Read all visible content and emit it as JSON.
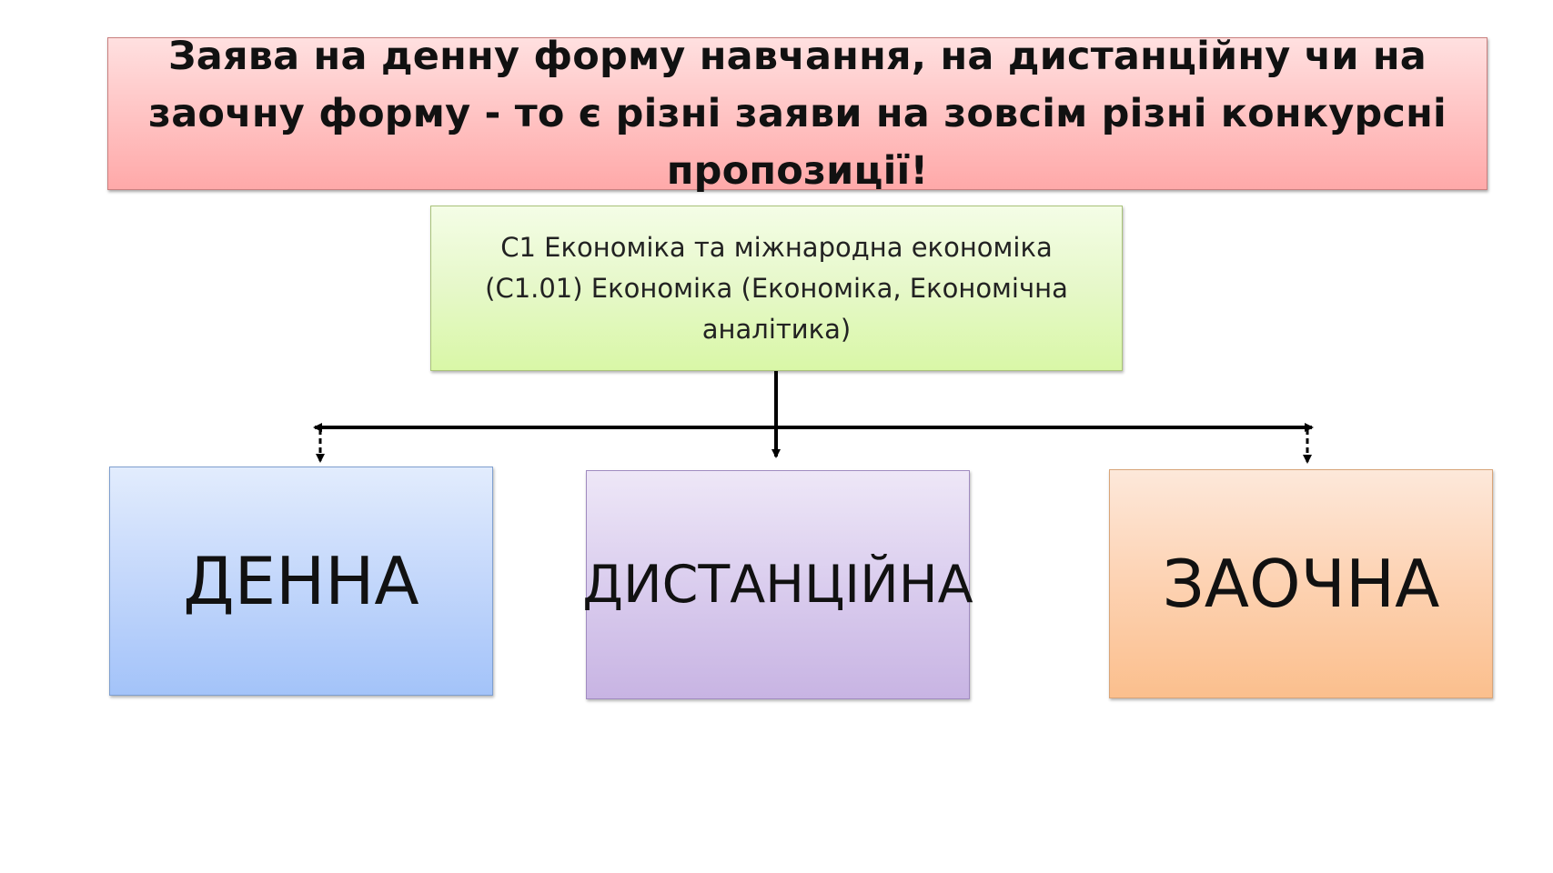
{
  "banner": {
    "text": "Заява на денну форму навчання, на дистанційну чи на заочну форму - то є різні заяви на зовсім різні конкурсні пропозиції!"
  },
  "root": {
    "text": "С1 Економіка та міжнародна економіка (С1.01) Економіка (Економіка, Економічна аналітика)"
  },
  "forms": [
    {
      "label": "ДЕННА",
      "color": "#a3c3f9"
    },
    {
      "label": "ДИСТАНЦІЙНА",
      "color": "#c8b4e3"
    },
    {
      "label": "ЗАОЧНА",
      "color": "#fbbf8d"
    }
  ],
  "colors": {
    "banner": "#ffc4c4",
    "root": "#e6f8c9",
    "connector": "#000000"
  }
}
